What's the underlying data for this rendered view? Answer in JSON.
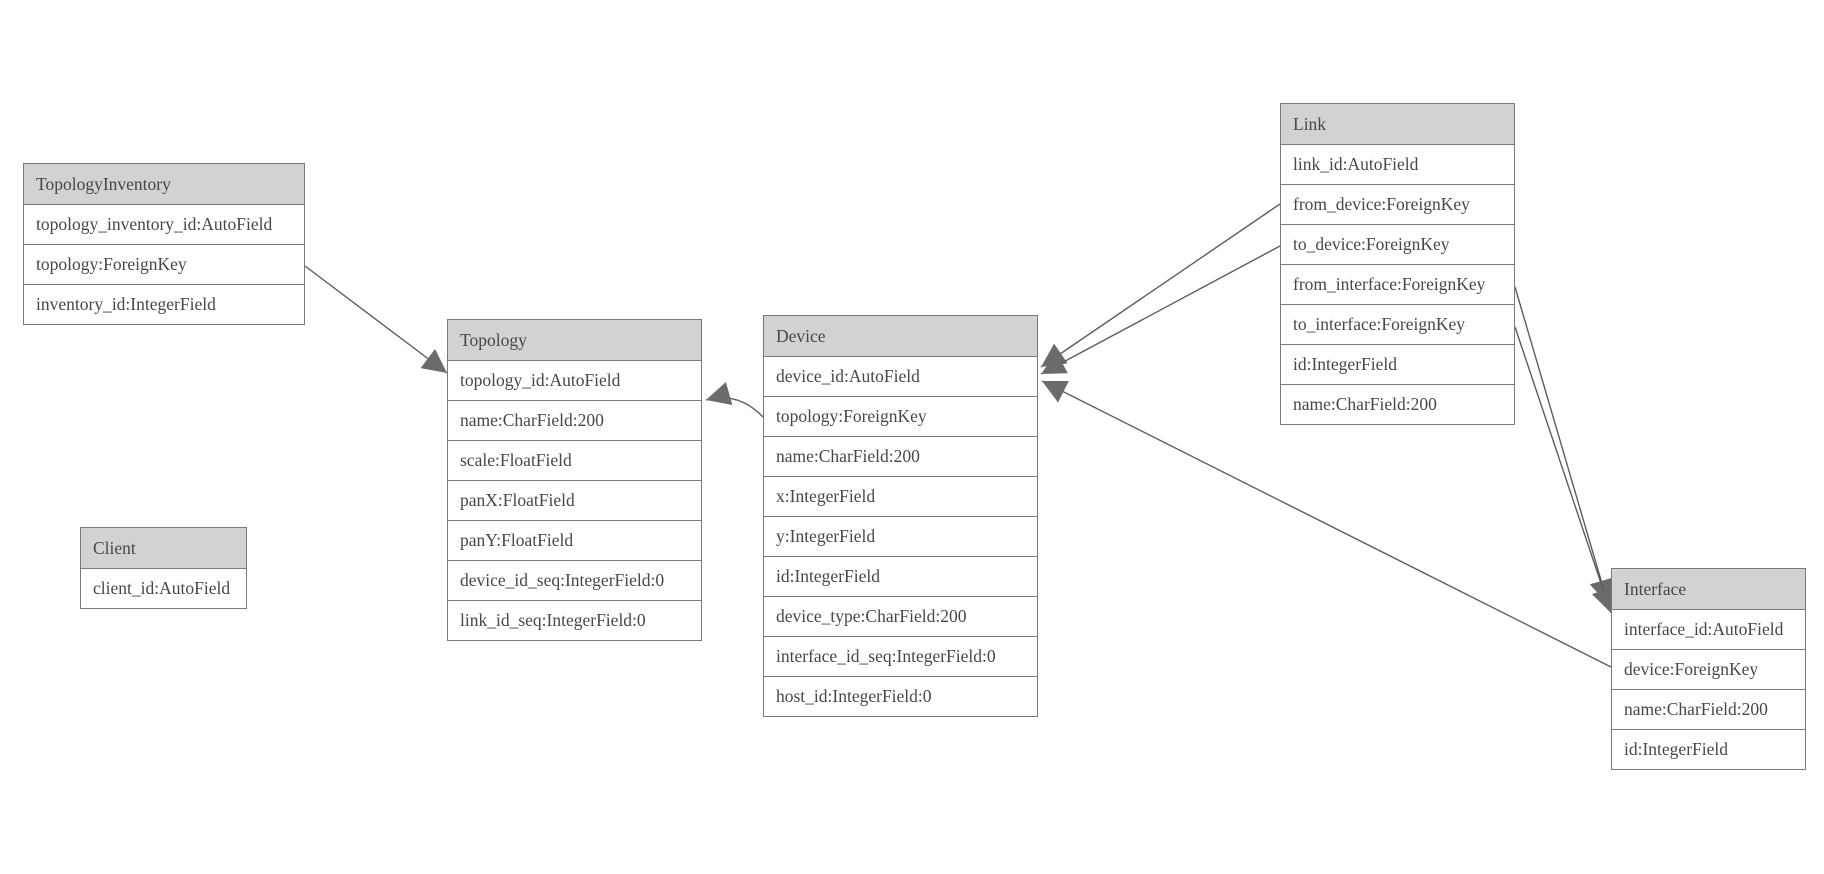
{
  "diagram": {
    "type": "entity-relationship-model",
    "colors": {
      "background": "#ffffff",
      "entity_header_fill": "#d2d2d2",
      "entity_border": "#7a7a7a",
      "text": "#474747",
      "edge_line": "#5d5d5d",
      "arrowhead_fill": "#6b6b6b"
    }
  },
  "entities": [
    {
      "name": "TopologyInventory",
      "fields": [
        "topology_inventory_id:AutoField",
        "topology:ForeignKey",
        "inventory_id:IntegerField"
      ]
    },
    {
      "name": "Topology",
      "fields": [
        "topology_id:AutoField",
        "name:CharField:200",
        "scale:FloatField",
        "panX:FloatField",
        "panY:FloatField",
        "device_id_seq:IntegerField:0",
        "link_id_seq:IntegerField:0"
      ]
    },
    {
      "name": "Client",
      "fields": [
        "client_id:AutoField"
      ]
    },
    {
      "name": "Device",
      "fields": [
        "device_id:AutoField",
        "topology:ForeignKey",
        "name:CharField:200",
        "x:IntegerField",
        "y:IntegerField",
        "id:IntegerField",
        "device_type:CharField:200",
        "interface_id_seq:IntegerField:0",
        "host_id:IntegerField:0"
      ]
    },
    {
      "name": "Link",
      "fields": [
        "link_id:AutoField",
        "from_device:ForeignKey",
        "to_device:ForeignKey",
        "from_interface:ForeignKey",
        "to_interface:ForeignKey",
        "id:IntegerField",
        "name:CharField:200"
      ]
    },
    {
      "name": "Interface",
      "fields": [
        "interface_id:AutoField",
        "device:ForeignKey",
        "name:CharField:200",
        "id:IntegerField"
      ]
    }
  ],
  "relations": [
    {
      "from": "TopologyInventory.topology",
      "to": "Topology.topology_id"
    },
    {
      "from": "Device.topology",
      "to": "Topology.topology_id"
    },
    {
      "from": "Link.from_device",
      "to": "Device.device_id"
    },
    {
      "from": "Link.to_device",
      "to": "Device.device_id"
    },
    {
      "from": "Interface.device",
      "to": "Device.device_id"
    },
    {
      "from": "Link.from_interface",
      "to": "Interface.interface_id"
    },
    {
      "from": "Link.to_interface",
      "to": "Interface.interface_id"
    }
  ]
}
